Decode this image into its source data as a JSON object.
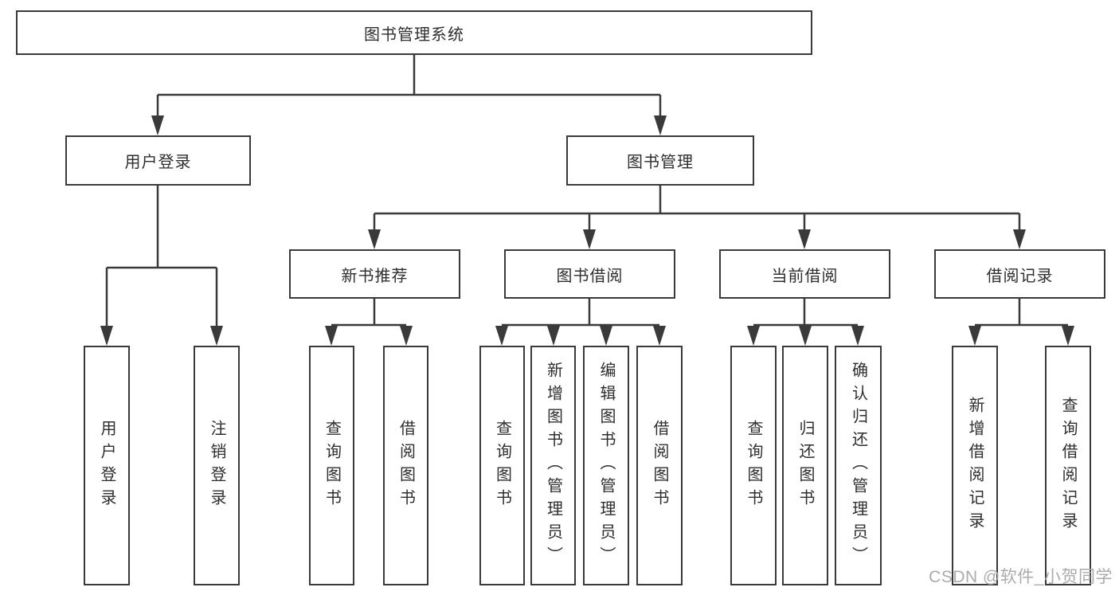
{
  "diagram": {
    "type": "hierarchy-tree",
    "colors": {
      "line": "#3a3a3a",
      "box_border": "#3a3a3a",
      "box_fill": "#ffffff",
      "text": "#2e2e2e",
      "watermark": "#ababab",
      "background": "#ffffff"
    },
    "tree": {
      "root": {
        "label": "图书管理系统",
        "children": [
          {
            "label": "用户登录",
            "children": [
              {
                "label": "用户登录"
              },
              {
                "label": "注销登录"
              }
            ]
          },
          {
            "label": "图书管理",
            "children": [
              {
                "label": "新书推荐",
                "children": [
                  {
                    "label": "查询图书"
                  },
                  {
                    "label": "借阅图书"
                  }
                ]
              },
              {
                "label": "图书借阅",
                "children": [
                  {
                    "label": "查询图书"
                  },
                  {
                    "label": "新增图书（管理员）"
                  },
                  {
                    "label": "编辑图书（管理员）"
                  },
                  {
                    "label": "借阅图书"
                  }
                ]
              },
              {
                "label": "当前借阅",
                "children": [
                  {
                    "label": "查询图书"
                  },
                  {
                    "label": "归还图书"
                  },
                  {
                    "label": "确认归还（管理员）"
                  }
                ]
              },
              {
                "label": "借阅记录",
                "children": [
                  {
                    "label": "新增借阅记录"
                  },
                  {
                    "label": "查询借阅记录"
                  }
                ]
              }
            ]
          }
        ]
      }
    },
    "watermark": {
      "text": "CSDN @软件_小贺同学"
    }
  }
}
